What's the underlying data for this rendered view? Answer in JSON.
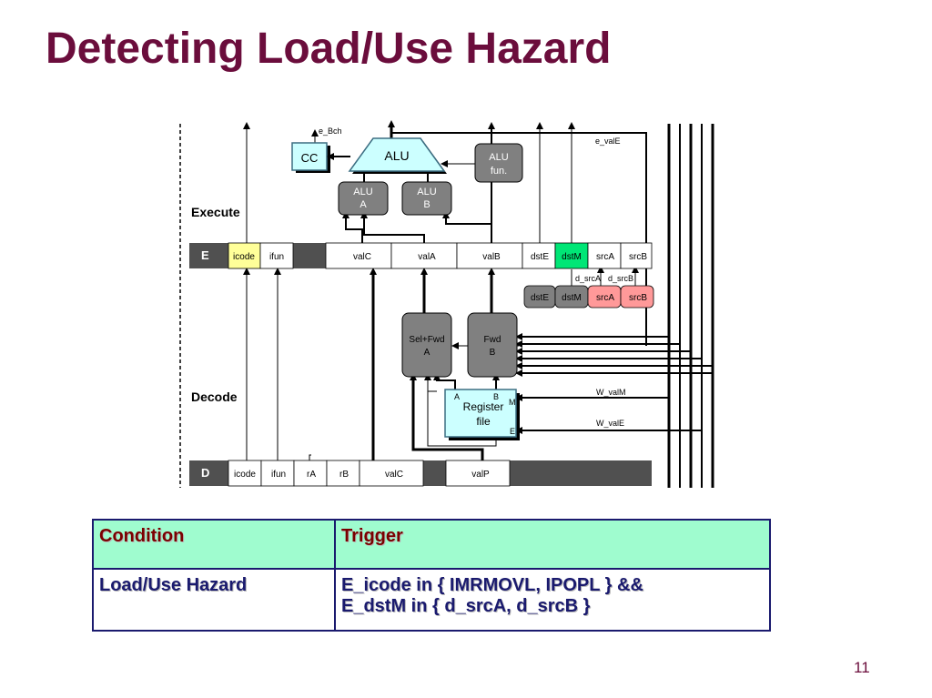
{
  "slide": {
    "title": "Detecting Load/Use Hazard",
    "page_number": "11"
  },
  "diagram": {
    "stage_labels": {
      "execute": "Execute",
      "decode": "Decode"
    },
    "register_labels": {
      "e": "E",
      "d": "D"
    },
    "e_fields": [
      "icode",
      "ifun",
      "valC",
      "valA",
      "valB",
      "dstE",
      "dstM",
      "srcA",
      "srcB"
    ],
    "d_fields": [
      "icode",
      "ifun",
      "rA",
      "rB",
      "valC",
      "valP"
    ],
    "regid_fields": [
      "dstE",
      "dstM",
      "srcA",
      "srcB"
    ],
    "units": {
      "cc": "CC",
      "alu": "ALU",
      "alu_fun": [
        "ALU",
        "fun."
      ],
      "alu_a": [
        "ALU",
        "A"
      ],
      "alu_b": [
        "ALU",
        "B"
      ],
      "sel_fwd_a": [
        "Sel+Fwd",
        "A"
      ],
      "fwd_b": [
        "Fwd",
        "B"
      ],
      "register_file": [
        "Register",
        "file"
      ]
    },
    "port_labels": {
      "a": "A",
      "b": "B",
      "m": "M",
      "e": "E"
    },
    "signal_labels": {
      "e_bch": "e_Bch",
      "e_vale": "e_valE",
      "d_srca": "d_srcA",
      "d_srcb": "d_srcB",
      "w_valm": "W_valM",
      "w_vale": "W_valE"
    },
    "colors": {
      "highlight_icode": "#ffff99",
      "highlight_dstm": "#00e676",
      "highlight_src": "#ff9999",
      "unit_gray": "#808080",
      "unit_cyan": "#ccffff",
      "register_dark": "#505050"
    }
  },
  "table": {
    "headers": [
      "Condition",
      "Trigger"
    ],
    "rows": [
      {
        "condition": "Load/Use Hazard",
        "trigger_line1": "E_icode in { IMRMOVL, IPOPL } &&",
        "trigger_line2": "E_dstM in { d_srcA, d_srcB }"
      }
    ],
    "header_bg": "#9ffccf"
  }
}
